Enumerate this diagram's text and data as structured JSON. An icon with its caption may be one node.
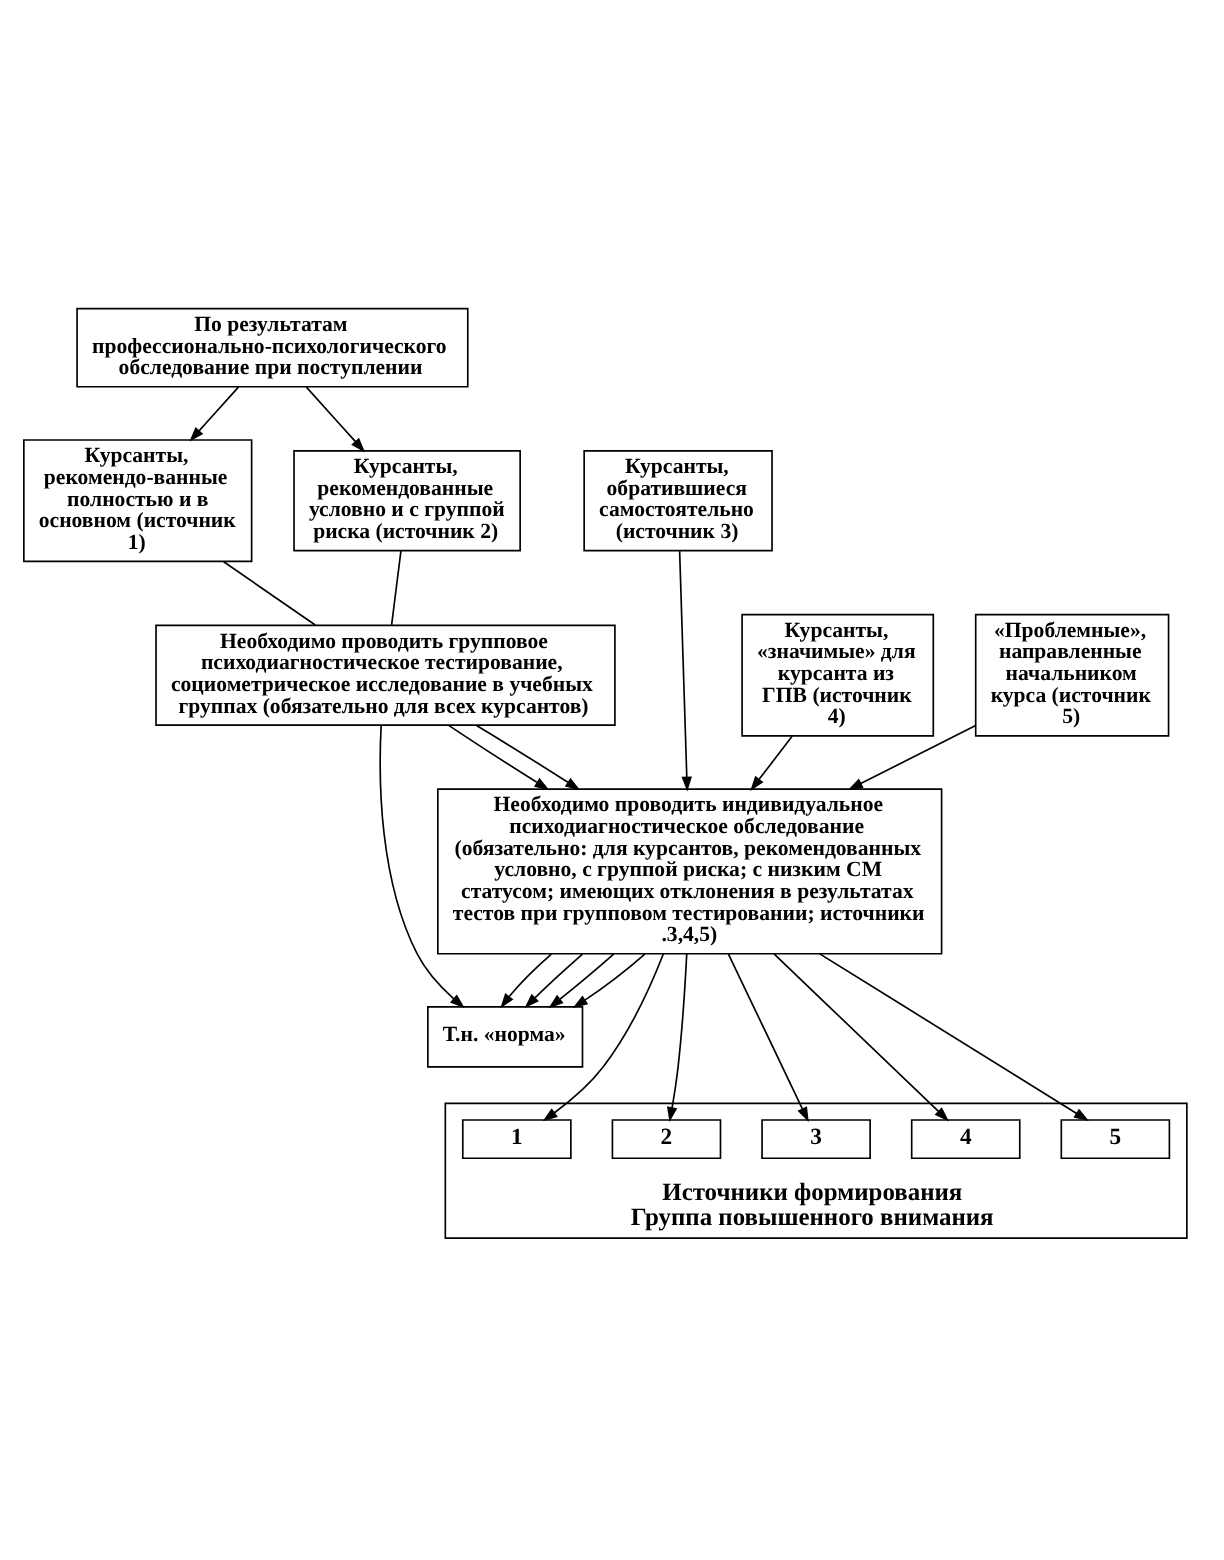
{
  "diagram": {
    "nodes": [
      {
        "text": [
          "По результатам профессионально-психологического обследование при поступлении"
        ]
      },
      {
        "text": [
          "Курсанты, рекомендо-ванные полностью и в основном (источник 1)"
        ]
      },
      {
        "text": [
          "Курсанты, рекомендованные условно и с группой риска (источник 2)"
        ]
      },
      {
        "text": [
          "Курсанты, обратившиеся самостоятельно (источник 3)"
        ]
      },
      {
        "text": [
          "Необходимо проводить групповое психодиагностическое тестирование, социометрическое исследование в учебных группах (обязательно для всех курсантов)"
        ]
      },
      {
        "text": [
          "Курсанты, «значимые» для курсанта из ГПВ (источник 4)"
        ]
      },
      {
        "text": [
          "«Проблемные», направленные начальником курса (источник 5)"
        ]
      },
      {
        "text": [
          "Необходимо проводить индивидуальное психодиагностическое обследование (обязательно: для курсантов, рекомендованных условно, с группой риска; с низким СМ статусом; имеющих отклонения в результатах тестов при групповом тестировании; источники .3,4,5)"
        ]
      },
      {
        "text": [
          "Т.н. «норма»"
        ]
      },
      {
        "text": [
          "Источники формирования",
          "Группа повышенного внимания"
        ]
      },
      {
        "text": [
          "1"
        ],
        "in": 9
      },
      {
        "text": [
          "2"
        ],
        "in": 9
      },
      {
        "text": [
          "3"
        ],
        "in": 9
      },
      {
        "text": [
          "4"
        ],
        "in": 9
      },
      {
        "text": [
          "5"
        ],
        "in": 9
      }
    ],
    "edges": [
      {
        "from": 0,
        "to": 1,
        "arrow": "to"
      },
      {
        "from": 0,
        "to": 2,
        "arrow": "to"
      },
      {
        "from": 1,
        "to": 4,
        "arrow": "none"
      },
      {
        "from": 2,
        "to": 4,
        "arrow": "none"
      },
      {
        "from": 4,
        "to": 8,
        "arrow": "to"
      },
      {
        "from": 4,
        "to": 7,
        "arrow": "to"
      },
      {
        "from": 4,
        "to": 7,
        "arrow": "to"
      },
      {
        "from": 3,
        "to": 7,
        "arrow": "to"
      },
      {
        "from": 5,
        "to": 7,
        "arrow": "to"
      },
      {
        "from": 6,
        "to": 7,
        "arrow": "to"
      },
      {
        "from": 7,
        "to": 8,
        "arrow": "to"
      },
      {
        "from": 7,
        "to": 10,
        "arrow": "to"
      },
      {
        "from": 7,
        "to": 8,
        "arrow": "to"
      },
      {
        "from": 7,
        "to": 11,
        "arrow": "to"
      },
      {
        "from": 7,
        "to": 8,
        "arrow": "to"
      },
      {
        "from": 7,
        "to": 12,
        "arrow": "to"
      },
      {
        "from": 7,
        "to": 8,
        "arrow": "to"
      },
      {
        "from": 7,
        "to": 13,
        "arrow": "to"
      },
      {
        "from": 7,
        "to": 14,
        "arrow": "to"
      }
    ]
  }
}
